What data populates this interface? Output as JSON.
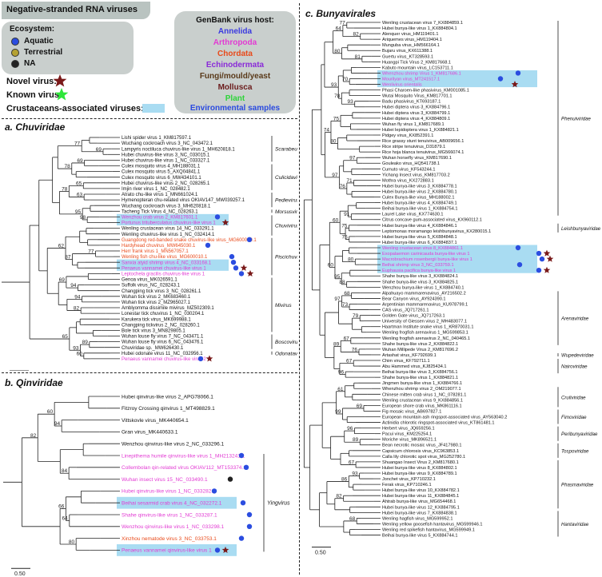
{
  "header": {
    "title": "Negative-stranded RNA viruses"
  },
  "legend": {
    "ecosystem_label": "Ecosystem:",
    "ecosystems": [
      {
        "label": "Aquatic",
        "color": "#2b4de0"
      },
      {
        "label": "Terrestrial",
        "color": "#b5a233"
      },
      {
        "label": "NA",
        "color": "#222222"
      }
    ],
    "novel_virus": "Novel virus:",
    "known_virus": "Known virus:",
    "crustacean": "Crustaceans-associated viruses:",
    "novel_color": "#7a1a1a",
    "known_color": "#2ee63a",
    "highlight_color": "#a9dcf2"
  },
  "hosts": {
    "title": "GenBank virus host:",
    "items": [
      {
        "label": "Annelida",
        "color": "#3a3ae0"
      },
      {
        "label": "Arthropoda",
        "color": "#e23ad3"
      },
      {
        "label": "Chordata",
        "color": "#e84a1a"
      },
      {
        "label": "Echinodermata",
        "color": "#8a2ad8"
      },
      {
        "label": "Fungi/mould/yeast",
        "color": "#5a3a1a"
      },
      {
        "label": "Mollusca",
        "color": "#6a1a1a"
      },
      {
        "label": "Plant",
        "color": "#2ed43a"
      },
      {
        "label": "Environmental samples",
        "color": "#2a4ae0"
      }
    ]
  },
  "panels": {
    "a": {
      "title": "a. Chuviridae",
      "scale": "0.50",
      "taxa": [
        {
          "label": "Lishi spider virus 1_KM817597.1",
          "color": "#111"
        },
        {
          "label": "Wuchang cockroach virus 3_NC_043472.1",
          "color": "#111"
        },
        {
          "label": "Lampyris noctiluca chuvirus-like virus 1_MH620818.1",
          "color": "#111"
        },
        {
          "label": "Hubei chuvirus-like virus 3_NC_033015.1",
          "color": "#111"
        },
        {
          "label": "Hubei chuvirus-like virus 1_NC_033327.1",
          "color": "#111"
        },
        {
          "label": "Culex mosquito virus 4_MH188031.1",
          "color": "#111"
        },
        {
          "label": "Culex mosquito virus 5_AXQ04841.1",
          "color": "#111"
        },
        {
          "label": "Culex mosquito virus 6_MW434101.1",
          "color": "#111"
        },
        {
          "label": "Hubei chuvirus-like virus 2_NC_028265.1",
          "color": "#111"
        },
        {
          "label": "Imjin river virus 1_NC_028482.1",
          "color": "#111"
        },
        {
          "label": "Atrato chu-like virus 1_MN661024.1",
          "color": "#111"
        },
        {
          "label": "Hymenopteran chu-related virus OKIAV147_MW039257.1",
          "color": "#111"
        },
        {
          "label": "Wuchang cockroach virus 3_MH620818.1",
          "color": "#111"
        },
        {
          "label": "Tacheng Tick Virus 4_NC_028263.1",
          "color": "#111"
        },
        {
          "label": "Wenzhou crab virus 2_KM817601.1",
          "color": "#e23ad3"
        },
        {
          "label": "Portunus trituberculatus chuvirus-like virus 1",
          "color": "#e23ad3"
        },
        {
          "label": "Wenling crustacean virus 14_NC_033291.1",
          "color": "#111"
        },
        {
          "label": "Wenling chuvirus-like virus 1_NC_032414.1",
          "color": "#111"
        },
        {
          "label": "Guangdong red-banded snake chuvirus-like virus_MG600009.1",
          "color": "#e84a1a"
        },
        {
          "label": "Hardyhead chuvirus_MW645030.1",
          "color": "#e84a1a"
        },
        {
          "label": "Herr frank virus 1_MN567057.1",
          "color": "#e84a1a"
        },
        {
          "label": "Wenling fish chu-like virus_MG600010.1",
          "color": "#e84a1a"
        },
        {
          "label": "Sanxia atyid shrimp virus 4_NC_033168.1",
          "color": "#e23ad3"
        },
        {
          "label": "Penaeus vannamei chuvirus-like virus 1",
          "color": "#e23ad3"
        },
        {
          "label": "Leptochela gracilis chuvirus-like virus 1",
          "color": "#e23ad3"
        },
        {
          "label": "Genoa virus_MK026591.1",
          "color": "#111"
        },
        {
          "label": "Suffolk virus_NC_028243.1",
          "color": "#111"
        },
        {
          "label": "Changping tick virus 3_NC_028261.1",
          "color": "#111"
        },
        {
          "label": "Wuhan tick virus 2_MK683460.1",
          "color": "#111"
        },
        {
          "label": "Wuhan tick virus 2_MZ965027.1",
          "color": "#111"
        },
        {
          "label": "Amblyomma dissimile mivirus_MZ502309.1",
          "color": "#111"
        },
        {
          "label": "Lonestar tick chuvirus 1_NC_030204.1",
          "color": "#111"
        },
        {
          "label": "Karukera tick virus_MK699988.1",
          "color": "#111"
        },
        {
          "label": "Changping tickvirus 2_NC_028260.1",
          "color": "#111"
        },
        {
          "label": "Bole tick virus 3_MN829805.1",
          "color": "#111"
        },
        {
          "label": "Wuhan louse fly virus 7_NC_043471.1",
          "color": "#111"
        },
        {
          "label": "Wuhan louse fly virus 6_NC_043476.1",
          "color": "#111"
        },
        {
          "label": "Chuviridae sp._MW626430.1",
          "color": "#111"
        },
        {
          "label": "Hubei odonate virus 11_NC_032956.1",
          "color": "#111"
        },
        {
          "label": "Penaeus vannamei chuvirus-like virus 2",
          "color": "#e23ad3"
        }
      ],
      "clades": [
        "Scarabeuvirus",
        "Culicidavirus",
        "Pedievirus",
        "Morsusvirus",
        "Chuvivirus",
        "Piscichuvirus",
        "Mivirus",
        "Boscovirus",
        "Odonatavirus"
      ]
    },
    "b": {
      "title": "b. Qinviridae",
      "scale": "0.50",
      "taxa": [
        {
          "label": "Hubei qinvirus-like virus 2_APG78066.1",
          "color": "#111"
        },
        {
          "label": "Fitzroy Crossing qinvirus 1_MT498829.1",
          "color": "#111"
        },
        {
          "label": "Vittskovle virus_MK440654.1",
          "color": "#111"
        },
        {
          "label": "Gran virus_MK440633.1",
          "color": "#111"
        },
        {
          "label": "Wenzhou qinvirus-like virus 2_NC_033296.1",
          "color": "#111"
        },
        {
          "label": "Linepithema humile qinvirus-like virus 1_MH213241.1",
          "color": "#e23ad3"
        },
        {
          "label": "Collembolan qin-related virus OKIAV112_MT153374.1",
          "color": "#e23ad3"
        },
        {
          "label": "Wuhan insect virus 15_NC_033490.1",
          "color": "#e23ad3"
        },
        {
          "label": "Hubei qinvirus-like virus 1_NC_033282.1",
          "color": "#e23ad3"
        },
        {
          "label": "Beihai sesarmid crab virus 4_NC_032272.1",
          "color": "#e23ad3"
        },
        {
          "label": "Shahe qinvirus-like virus 1_NC_033287.1",
          "color": "#e23ad3"
        },
        {
          "label": "Wenzhou qinvirus-like virus 1_NC_033298.1",
          "color": "#e23ad3"
        },
        {
          "label": "Xinzhou nematode virus 3_NC_033753.1",
          "color": "#e84a1a"
        },
        {
          "label": "Penaeus vannamei qinvirus-like virus 1",
          "color": "#e23ad3"
        }
      ],
      "clades": [
        "Yingvirus"
      ]
    },
    "c": {
      "title": "c. Bunyavirales",
      "scale": "0.50",
      "taxa": [
        {
          "label": "Wenling crustacean virus 7_KX884859.1",
          "color": "#111"
        },
        {
          "label": "Hubei bunya-like virus 1_KX884804.1",
          "color": "#111"
        },
        {
          "label": "Alenquer virus_HM119401.1",
          "color": "#111"
        },
        {
          "label": "Ariquemes virus_HM119404.1",
          "color": "#111"
        },
        {
          "label": "Munguba virus_HM566164.1",
          "color": "#111"
        },
        {
          "label": "Bujaru virus_KX611388.1",
          "color": "#111"
        },
        {
          "label": "Guertu virus_KT328593.1",
          "color": "#111"
        },
        {
          "label": "Huangpi Tick Virus 2_KM817668.1",
          "color": "#111"
        },
        {
          "label": "Kabuto mountain virus_LC153711.1",
          "color": "#111"
        },
        {
          "label": "Whenzhou shrimp Virus 1_KM817686.1",
          "color": "#e23ad3"
        },
        {
          "label": "Mourilyan virus_MT241517.1",
          "color": "#e23ad3"
        },
        {
          "label": "Wenlivirus orientalis",
          "color": "#e23ad3"
        },
        {
          "label": "Phasi Charoen-like phasivirus_KM001085.1",
          "color": "#111"
        },
        {
          "label": "Wutai Mosquito Virus_KM817701.1",
          "color": "#111"
        },
        {
          "label": "Badu phasivirus_KT693187.1",
          "color": "#111"
        },
        {
          "label": "Hubei diptera virus 3_KX884796.1",
          "color": "#111"
        },
        {
          "label": "Hubei diptera virus 3_KX884799.1",
          "color": "#111"
        },
        {
          "label": "Hubei diptera virus 4_KX884809.1",
          "color": "#111"
        },
        {
          "label": "Wuhan fly virus 1_KM817689.1",
          "color": "#111"
        },
        {
          "label": "Hubei lepidoptera virus 1_KX884821.1",
          "color": "#111"
        },
        {
          "label": "Pidgey virus_KX852391.1",
          "color": "#111"
        },
        {
          "label": "Rice grassy stunt tenuivirus_AB009656.1",
          "color": "#111"
        },
        {
          "label": "Rice stripe tenuivirus_D31879.1",
          "color": "#111"
        },
        {
          "label": "Rice hoja blanca tenuivirus_MG566074.1",
          "color": "#111"
        },
        {
          "label": "Wuhan horsefly virus_KM817690.1",
          "color": "#111"
        },
        {
          "label": "Gouleako virus_HQ541738.1",
          "color": "#111"
        },
        {
          "label": "Cumuto virus_KF543244.1",
          "color": "#111"
        },
        {
          "label": "Yichang Insect virus_KM817703.2",
          "color": "#111"
        },
        {
          "label": "Mothra virus_KX272883.1",
          "color": "#111"
        },
        {
          "label": "Hubei bunya-like virus 3_KX884778.1",
          "color": "#111"
        },
        {
          "label": "Hubei bunya-like virus 2_KX884780.1",
          "color": "#111"
        },
        {
          "label": "Culex Bunya-like virus_MH188002.1",
          "color": "#111"
        },
        {
          "label": "Hubei bunya-like virus 4_KX884749.1",
          "color": "#111"
        },
        {
          "label": "Beihai bunya-like virus 1_KX884754.1",
          "color": "#111"
        },
        {
          "label": "Laurel Lake virus_KX774630.1",
          "color": "#111"
        },
        {
          "label": "Citrus concave gum-associated virus_KX960112.1",
          "color": "#111"
        },
        {
          "label": "Hubei bunya-like virus 4_KX884846.1",
          "color": "#111"
        },
        {
          "label": "Leptomonas moramango leishbunyavirus_KX280015.1",
          "color": "#111"
        },
        {
          "label": "Hubei bunya-like virus 5_KX884848.1",
          "color": "#111"
        },
        {
          "label": "Hubei bunya-like virus 6_KX884837.1",
          "color": "#111"
        },
        {
          "label": "Wenling crustacean virus 8_KX884861.1",
          "color": "#e23ad3"
        },
        {
          "label": "Exopalaemon carinicauda bunya-like virus 1",
          "color": "#e23ad3"
        },
        {
          "label": "Macrobrachium rosenbergii bunya-like virus 1",
          "color": "#e23ad3"
        },
        {
          "label": "Beihai shrimp virus 3_NC_033759.1",
          "color": "#e23ad3"
        },
        {
          "label": "Euphausia pacifica bunya-like virus 1",
          "color": "#e23ad3"
        },
        {
          "label": "Shahe bunya-like virus 3_KX884824.1",
          "color": "#111"
        },
        {
          "label": "Shahe bunya-like virus 3_KX884825.1",
          "color": "#111"
        },
        {
          "label": "Wenzhou bunya-like virus 1_KX884740.1",
          "color": "#111"
        },
        {
          "label": "Alpahuayo mammarenavirus_AY216502.2",
          "color": "#111"
        },
        {
          "label": "Bear Canyon virus_AY924390.1",
          "color": "#111"
        },
        {
          "label": "Argentinian mammarenavirus_KU978799.1",
          "color": "#111"
        },
        {
          "label": "CAS virus_JQ717261.1",
          "color": "#111"
        },
        {
          "label": "Golden Gate virus_JQ717263.1",
          "color": "#111"
        },
        {
          "label": "University of Giessen virus 2_MH483077.1",
          "color": "#111"
        },
        {
          "label": "Haartman Institute snake virus 1_KR870031.1",
          "color": "#111"
        },
        {
          "label": "Wenling frogfish arenavirus 1_MG599853.1",
          "color": "#111"
        },
        {
          "label": "Wenling frogfish arenavirus 2_NC_040465.1",
          "color": "#111"
        },
        {
          "label": "Shahe bunya-like virus 2_KX884822.1",
          "color": "#111"
        },
        {
          "label": "Wuhan Millipede Virus 2_KM817696.2",
          "color": "#111"
        },
        {
          "label": "Artashat virus_KF792699.1",
          "color": "#111"
        },
        {
          "label": "Chim virus_KF792711.1",
          "color": "#111"
        },
        {
          "label": "Abu Hammed virus_KJ825434.1",
          "color": "#111"
        },
        {
          "label": "Beihai bunya-like virus 3_KX884756.1",
          "color": "#111"
        },
        {
          "label": "Shahe bunya-like virus 1_KX884821.1",
          "color": "#111"
        },
        {
          "label": "Jingmen bunya-like virus 1_KX884766.1",
          "color": "#111"
        },
        {
          "label": "Whenzhou shrimp virus 2_OM219077.1",
          "color": "#111"
        },
        {
          "label": "Chinese mitten crab virus 1_NC_078281.1",
          "color": "#111"
        },
        {
          "label": "Wenling crustacean virus 9_KX884856.1",
          "color": "#111"
        },
        {
          "label": "European shore crab virus_MK861116.1",
          "color": "#111"
        },
        {
          "label": "Fig mosaic virus_AB697827.1",
          "color": "#111"
        },
        {
          "label": "European mountain ash ringspot-associated virus_AY563040.2",
          "color": "#111"
        },
        {
          "label": "Actinidia chlorotic ringspot-associated virus_KT861481.1",
          "color": "#111"
        },
        {
          "label": "Herbert virus_JQ659256.1",
          "color": "#111"
        },
        {
          "label": "Pacui virus_KM225254.1",
          "color": "#111"
        },
        {
          "label": "Moriche virus_MK896521.1",
          "color": "#111"
        },
        {
          "label": "Bean necrotic mosaic virus_JF417980.1",
          "color": "#111"
        },
        {
          "label": "Capsicum chlorosis virus_KC963853.1",
          "color": "#111"
        },
        {
          "label": "Calla lily chlorotic spot virus_MG252780.1",
          "color": "#111"
        },
        {
          "label": "Shuangao Insect Virus 2_KM817680.1",
          "color": "#111"
        },
        {
          "label": "Hubei bunya-like virus 8_KX884802.1",
          "color": "#111"
        },
        {
          "label": "Hubei bunya-like virus 9_KX884789.1",
          "color": "#111"
        },
        {
          "label": "Jonchet virus_KP710232.1",
          "color": "#111"
        },
        {
          "label": "Ferak virus_KP710246.1",
          "color": "#111"
        },
        {
          "label": "Hubei bunya-like virus 10_KX884782.1",
          "color": "#111"
        },
        {
          "label": "Hubei bunya-like virus 11_KX884845.1",
          "color": "#111"
        },
        {
          "label": "Ahtrab bunya-like virus_MG654468.1",
          "color": "#111"
        },
        {
          "label": "Hubei bunya-like virus 12_KX884795.1",
          "color": "#111"
        },
        {
          "label": "Hubei bunya-like virus 7_KX884838.1",
          "color": "#111"
        },
        {
          "label": "Wenling hagfish virus_MG599952.1",
          "color": "#111"
        },
        {
          "label": "Wenling yellow goosefish hantavirus_MG599946.1",
          "color": "#111"
        },
        {
          "label": "Wenling red spikefish hantavirus_MG599949.1",
          "color": "#111"
        },
        {
          "label": "Beihai bunya-like virus 5_KX884744.1",
          "color": "#111"
        }
      ],
      "clades": [
        "Phenuiviridae",
        "Leishbunyaviridae",
        "Arenaviridae",
        "Wupedeviridae",
        "Nairoviridae",
        "Cruliviridae",
        "Fimoviridae",
        "Peribunyaviridae",
        "Tospoviridae",
        "Phasmaviridae",
        "Hantaviridae"
      ]
    }
  }
}
